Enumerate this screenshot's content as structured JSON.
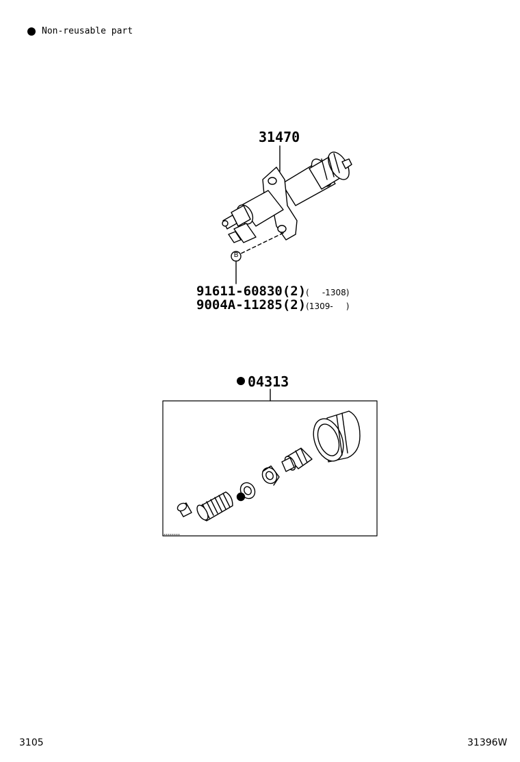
{
  "legend": {
    "text": "Non-reusable part",
    "icon": "filled-circle-icon"
  },
  "callouts": {
    "cylinder": "31470",
    "bolt_1": {
      "part": "91611-60830(2)",
      "range": "(     -1308)"
    },
    "bolt_2": {
      "part": "9004A-11285(2)",
      "range": "(1309-     )"
    },
    "bolt_marker": "B",
    "kit": "04313"
  },
  "footer": {
    "left": "3105",
    "right": "31396W"
  }
}
